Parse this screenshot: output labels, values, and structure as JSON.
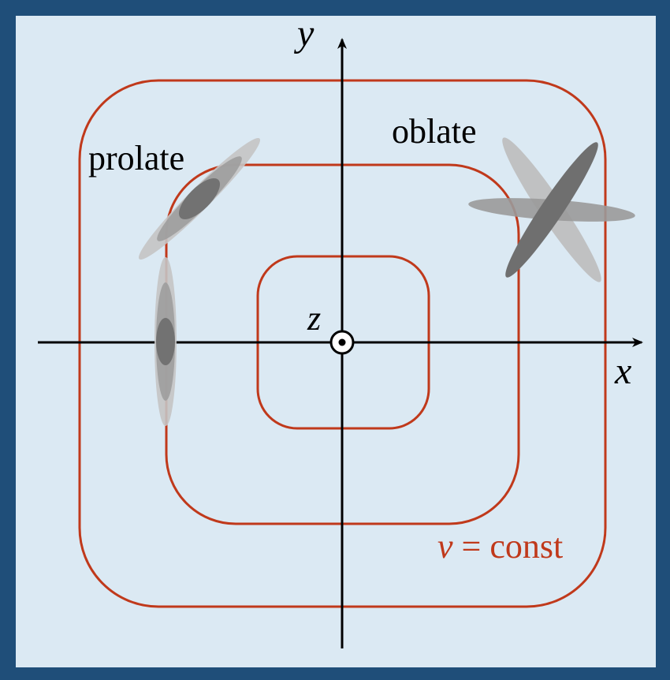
{
  "colors": {
    "frame": "#1f4e79",
    "panel": "#dbe9f3",
    "contour": "#c0391b",
    "axis": "#000000",
    "ellipse_dark": "#6f6f6f",
    "ellipse_mid": "#9a9a9a",
    "ellipse_light": "#bdbdbd"
  },
  "axes": {
    "x_label": "x",
    "y_label": "y",
    "z_label": "z",
    "z_symbol": "out-of-page-icon"
  },
  "labels": {
    "prolate": "prolate",
    "oblate": "oblate",
    "contour_var": "v",
    "contour_eq": " = const"
  }
}
